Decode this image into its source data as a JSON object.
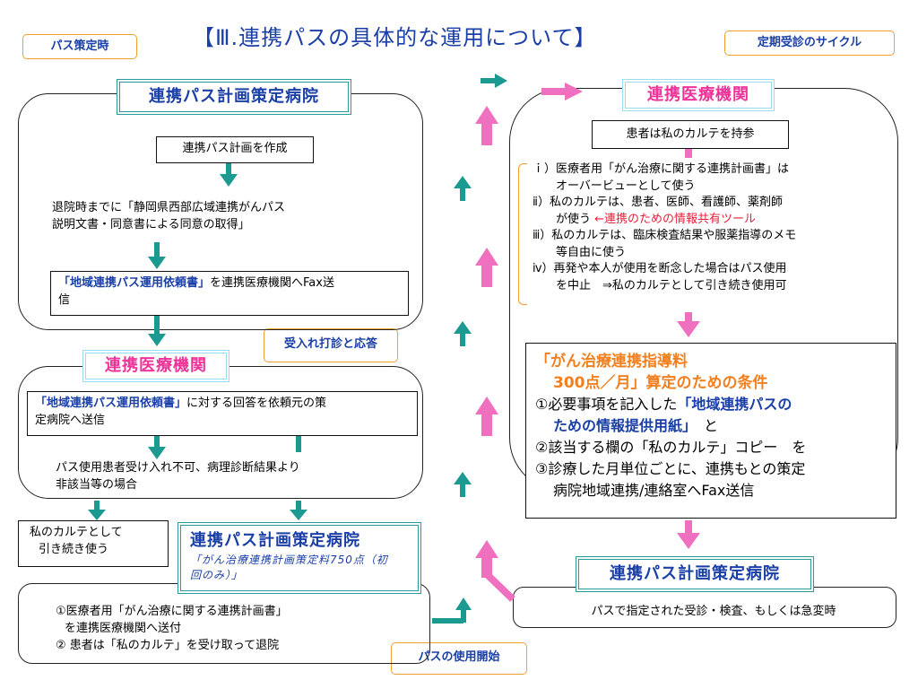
{
  "title": "【Ⅲ.連携パスの具体的な運用について】",
  "callouts": {
    "pass_planning": "パス策定時",
    "periodic_cycle": "定期受診のサイクル",
    "accept_response": "受入れ打診と応答",
    "pass_start": "パスの使用開始"
  },
  "left": {
    "hospital_title": "連携パス計画策定病院",
    "step1": "連携パス計画を作成",
    "step2_line1": "退院時までに「静岡県西部広域連携がんパス",
    "step2_line2": "説明文書・同意書による同意の取得」",
    "step3_highlight": "「地域連携パス運用依頼書」",
    "step3_rest": "を連携医療機関へFax送",
    "step3_line2": "信"
  },
  "mid": {
    "institution_title": "連携医療機関",
    "reply_highlight": "「地域連携パス運用依頼書」",
    "reply_rest": "に対する回答を依頼元の策",
    "reply_line2": "定病院へ送信",
    "refuse_line1": "パス使用患者受け入れ不可、病理診断結果より",
    "refuse_line2": "非該当等の場合",
    "karte_line1": "私のカルテとして",
    "karte_line2": "引き続き使う"
  },
  "bottom_left": {
    "hospital_title": "連携パス計画策定病院",
    "fee_line1": "「がん治療連携計画策定料750点（初",
    "fee_line2": "回のみ）」",
    "item1_line1": "①医療者用「がん治療に関する連携計画書」",
    "item1_line2": "を連携医療機関へ送付",
    "item2": "② 患者は「私のカルテ」を受け取って退院"
  },
  "right": {
    "institution_title": "連携医療機関",
    "patient_box": "患者は私のカルテを持参",
    "list": [
      {
        "line1": "ｉ）医療者用「がん治療に関する連携計画書」は",
        "line2": "オーバービューとして使う"
      },
      {
        "line1": "ⅱ）私のカルテは、患者、医師、看護師、薬剤師",
        "line2": "が使う",
        "note": "←連携のための情報共有ツール"
      },
      {
        "line1": "ⅲ）私のカルテは、臨床検査結果や服薬指導のメモ",
        "line2": "等自由に使う"
      },
      {
        "line1": "ⅳ）再発や本人が使用を断念した場合はパス使用",
        "line2": "を中止　⇒私のカルテとして引き続き使用可"
      }
    ],
    "cond_title1": "「がん治療連携指導料",
    "cond_title2": "300点／月」算定のための条件",
    "cond1_pre": "①必要事項を記入した",
    "cond1_highlight1": "「地域連携パスの",
    "cond1_highlight2": "ための情報提供用紙」",
    "cond1_post": "　と",
    "cond2": "②該当する欄の「私のカルテ」コピー　を",
    "cond3_line1": "③診療した月単位ごとに、連携もとの策定",
    "cond3_line2": "病院地域連携/連絡室へFax送信",
    "hospital_title": "連携パス計画策定病院",
    "final_box": "パスで指定された受診・検査、もしくは急変時"
  },
  "colors": {
    "teal": "#1a9a90",
    "pink": "#f070c0",
    "blue": "#1a3fa6",
    "orange": "#f08020",
    "red": "#e8213a"
  }
}
